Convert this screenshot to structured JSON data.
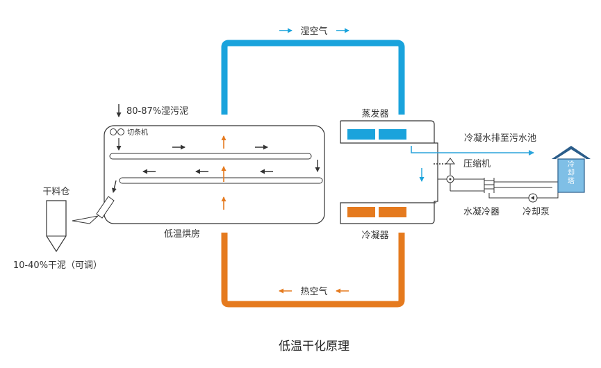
{
  "labels": {
    "humid_air": "湿空气",
    "hot_air": "热空气",
    "wet_sludge": "80-87%湿污泥",
    "cutter": "切条机",
    "dryer": "低温烘房",
    "dry_silo": "干料仓",
    "dry_sludge": "10-40%干泥（可调）",
    "evaporator": "蒸发器",
    "condenser": "冷凝器",
    "drain": "冷凝水排至污水池",
    "compressor": "压缩机",
    "water_condenser": "水凝冷器",
    "cooling_pump": "冷却泵",
    "tower": "冷却塔",
    "caption": "低温干化原理"
  },
  "colors": {
    "humid_air_duct": "#1aa3dc",
    "hot_air_duct": "#e57a1e",
    "outline": "#333333",
    "tower_roof": "#2b5d8a",
    "tower_fill": "#7fbfe6",
    "drain_arrow": "#2aa4dc"
  },
  "icons": [
    "arrow-right-icon",
    "arrow-left-icon",
    "arrow-up-icon",
    "arrow-down-icon",
    "pump-icon",
    "roller-icon"
  ]
}
